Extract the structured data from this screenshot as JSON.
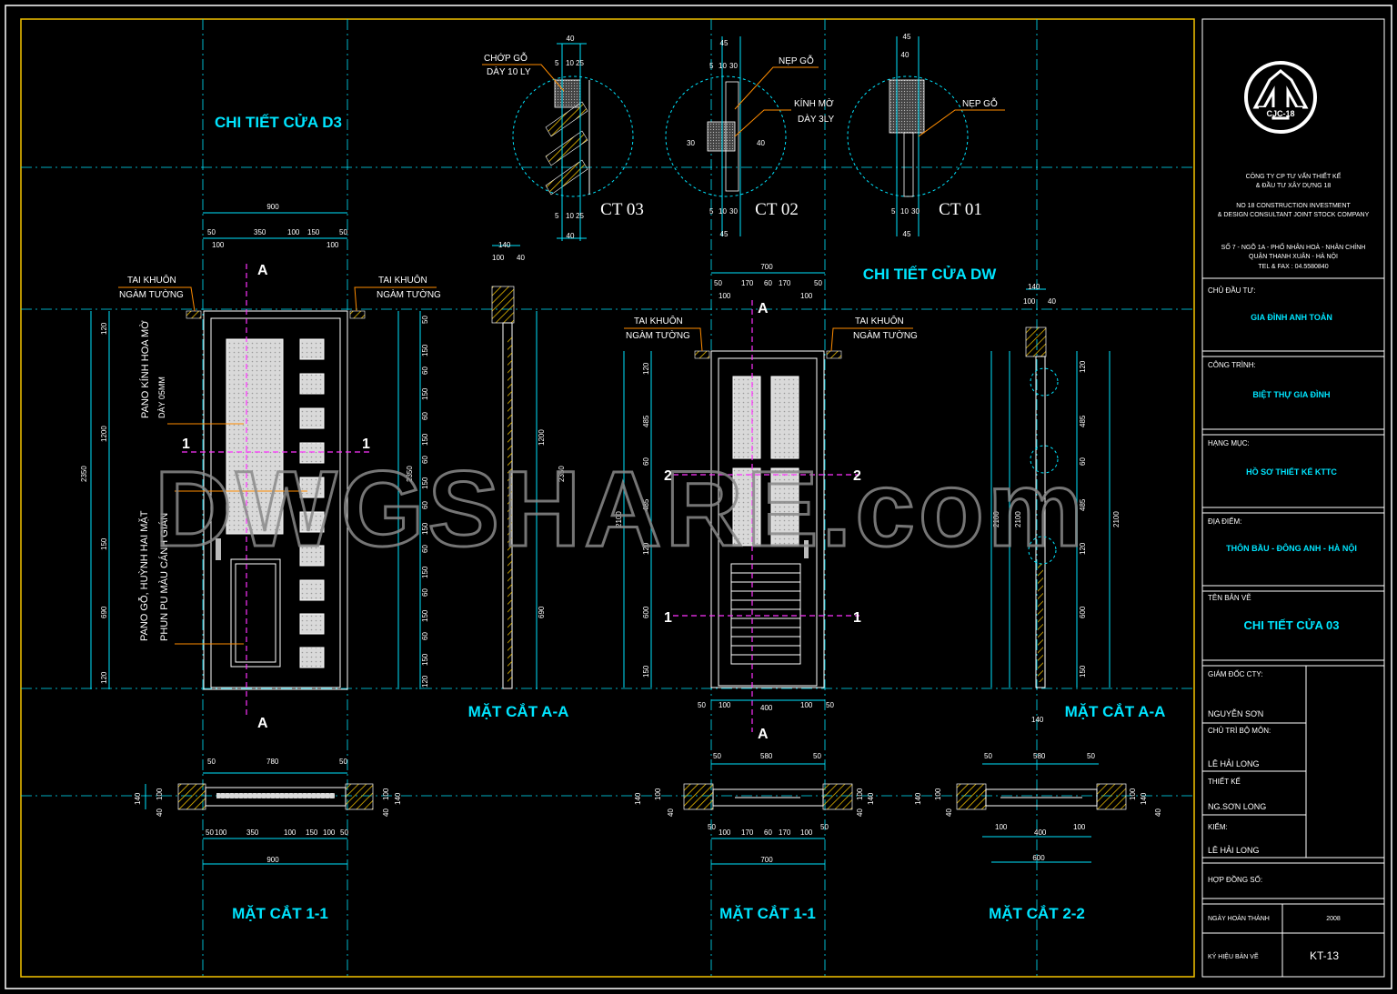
{
  "watermark": "DWGSHARE.com",
  "colors": {
    "frame": "#f5c400",
    "dim": "#00e5ff",
    "title": "#00e5ff",
    "leader": "#ff8c00",
    "section": "#ff33ff"
  },
  "titles": {
    "d3": "CHI TIẾT CỬA D3",
    "dw": "CHI TIẾT CỬA DW",
    "ct01": "CT 01",
    "ct02": "CT 02",
    "ct03": "CT 03",
    "sec_aa_1": "MẶT CẮT A-A",
    "sec_aa_2": "MẶT CẮT A-A",
    "sec_11_1": "MẶT CẮT 1-1",
    "sec_11_2": "MẶT CẮT 1-1",
    "sec_22": "MẶT CẮT 2-2"
  },
  "annotations": {
    "chop_go_1": "CHỚP GỖ",
    "chop_go_2": "DÀY 10 LY",
    "nep_go_a": "NẸP GỖ",
    "kinh_mo_1": "KÍNH MỜ",
    "kinh_mo_2": "DÀY 3LY",
    "nep_go_b": "NẸP GỖ",
    "tai_khuon": "TAI KHUÔN",
    "ngam_tuong": "NGÀM TƯỜNG",
    "pano_kinh": "PANO KÍNH HOA MỜ",
    "day5": "DÀY 05MM",
    "pano_go": "PANO GỖ, HUỲNH HAI MẶT",
    "phun_pu": "PHUN PU MÀU CÁNH GIÁN",
    "cut_a": "A",
    "cut_1": "1",
    "cut_2": "2"
  },
  "dims": {
    "d3_total_w": "900",
    "d3_parts": [
      "50",
      "350",
      "100",
      "150",
      "50"
    ],
    "d3_sub": [
      "100",
      "100"
    ],
    "d3_h_total": "2350",
    "d3_h_parts": [
      "120",
      "1200",
      "150",
      "690",
      "120"
    ],
    "d3_right_stack": [
      "50",
      "150",
      "60",
      "150",
      "60",
      "150",
      "60",
      "150",
      "60",
      "150",
      "60",
      "150",
      "60",
      "150",
      "60",
      "150",
      "120"
    ],
    "d3_frame_2350": "2350",
    "aa_w": [
      "140",
      "100",
      "40"
    ],
    "dw_total_w": "700",
    "dw_parts": [
      "50",
      "170",
      "60",
      "170",
      "50"
    ],
    "dw_sub": [
      "100",
      "100"
    ],
    "dw_h_total": "2100",
    "dw_h_parts": [
      "120",
      "485",
      "60",
      "485",
      "120",
      "600",
      "150"
    ],
    "dw_bottom": [
      "50",
      "100",
      "400",
      "100",
      "50"
    ],
    "sec11_d3_top": [
      "50",
      "780",
      "50"
    ],
    "sec11_d3_bot": [
      "50",
      "100",
      "350",
      "100",
      "150",
      "100",
      "50"
    ],
    "sec11_d3_total": "900",
    "sec11_dw_top": [
      "50",
      "580",
      "50"
    ],
    "sec11_dw_bot": [
      "50",
      "100",
      "170",
      "60",
      "170",
      "100",
      "50"
    ],
    "sec11_dw_total": "700",
    "sec22_top": [
      "50",
      "580",
      "50"
    ],
    "sec22_bot": [
      "100",
      "400",
      "100"
    ],
    "sec22_total": "600",
    "side_140": "140",
    "side_100": "100",
    "side_40": "40",
    "ct_45": "45",
    "ct_40": "40",
    "ct_30": "30",
    "ct_10": "10",
    "ct_5": "5",
    "ct_25": "25"
  },
  "title_block": {
    "logo_text": "CJC-18",
    "company_vn_1": "CÔNG TY CP TƯ VẤN THIẾT KẾ",
    "company_vn_2": "& ĐẦU TƯ XÂY DỰNG 18",
    "company_en_1": "NO 18 CONSTRUCTION INVESTMENT",
    "company_en_2": "& DESIGN CONSULTANT JOINT STOCK COMPANY",
    "address_1": "SỐ 7 - NGÕ 1A - PHỐ NHÂN HOÀ - NHÂN CHÍNH",
    "address_2": "QUẬN THANH XUÂN - HÀ NỘI",
    "address_3": "TEL & FAX : 04.5580840",
    "rows": [
      {
        "label": "CHỦ ĐẦU TƯ:",
        "value": "GIA ĐÌNH ANH TOẢN"
      },
      {
        "label": "CÔNG TRÌNH:",
        "value": "BIỆT THỰ GIA ĐÌNH"
      },
      {
        "label": "HẠNG MỤC:",
        "value": "HỒ SƠ THIẾT KẾ KTTC"
      },
      {
        "label": "ĐỊA ĐIỂM:",
        "value": "THÔN BẦU - ĐÔNG ANH - HÀ NỘI"
      },
      {
        "label": "TÊN BẢN VẼ",
        "value": "CHI TIẾT CỬA 03"
      }
    ],
    "sign": [
      {
        "label": "GIÁM ĐỐC CTY:",
        "name": "NGUYỄN SƠN"
      },
      {
        "label": "CHỦ TRÌ BỘ MÔN:",
        "name": "LÊ HẢI LONG"
      },
      {
        "label": "THIẾT KẾ",
        "name": "NG.SƠN LONG"
      },
      {
        "label": "KIỂM:",
        "name": "LÊ HẢI LONG"
      }
    ],
    "contract_label": "HỢP ĐỒNG SỐ:",
    "date_label": "NGÀY HOÀN THÀNH",
    "date_value": "2008",
    "code_label": "KÝ HIỆU BẢN VẼ",
    "code_value": "KT-13"
  }
}
